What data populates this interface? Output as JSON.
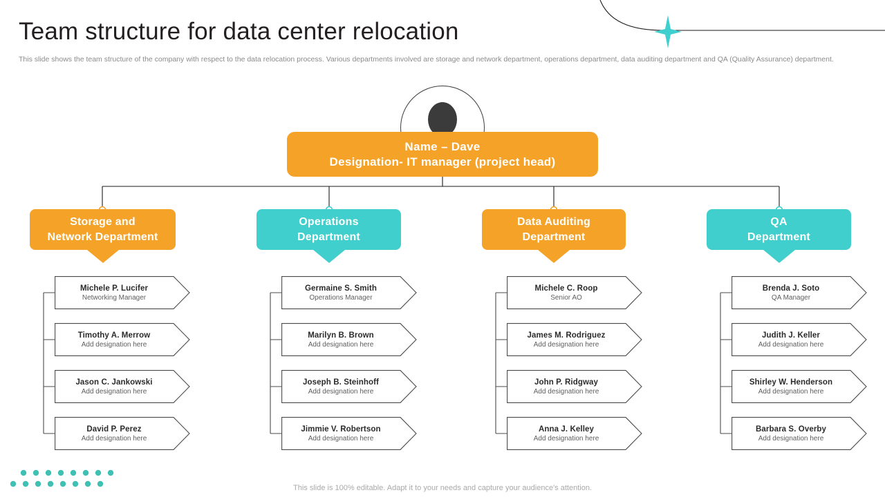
{
  "slide": {
    "title": "Team structure for data center relocation",
    "subtitle": "This slide shows the team structure of the company with respect to the data relocation process. Various departments involved are storage and network department, operations department, data auditing department and QA (Quality Assurance) department.",
    "footer": "This slide is 100% editable. Adapt it to your needs and capture your audience's attention."
  },
  "colors": {
    "orange": "#F4A228",
    "teal": "#40CFCC",
    "title_text": "#231f20",
    "subtitle_text": "#8b8b8b",
    "card_border": "#4a4a4a",
    "name_text": "#2b2b2b",
    "role_text": "#5e5e5e",
    "footer_text": "#a9a9a9"
  },
  "head": {
    "avatar_icon": "person-avatar-icon",
    "line1": "Name – Dave",
    "line2": "Designation- IT manager (project head)"
  },
  "departments": [
    {
      "name_line1": "Storage and",
      "name_line2": "Network Department",
      "color": "orange",
      "members": [
        {
          "name": "Michele P. Lucifer",
          "role": "Networking Manager"
        },
        {
          "name": "Timothy A. Merrow",
          "role": "Add designation here"
        },
        {
          "name": "Jason C. Jankowski",
          "role": "Add designation here"
        },
        {
          "name": "David P. Perez",
          "role": "Add designation here"
        }
      ]
    },
    {
      "name_line1": "Operations",
      "name_line2": "Department",
      "color": "teal",
      "members": [
        {
          "name": "Germaine S. Smith",
          "role": "Operations Manager"
        },
        {
          "name": "Marilyn B. Brown",
          "role": "Add designation here"
        },
        {
          "name": "Joseph B. Steinhoff",
          "role": "Add designation here"
        },
        {
          "name": "Jimmie V. Robertson",
          "role": "Add designation here"
        }
      ]
    },
    {
      "name_line1": "Data Auditing",
      "name_line2": "Department",
      "color": "orange",
      "members": [
        {
          "name": "Michele C. Roop",
          "role": "Senior AO"
        },
        {
          "name": "James M. Rodriguez",
          "role": "Add designation here"
        },
        {
          "name": "John P. Ridgway",
          "role": "Add designation here"
        },
        {
          "name": "Anna J. Kelley",
          "role": "Add designation here"
        }
      ]
    },
    {
      "name_line1": "QA",
      "name_line2": "Department",
      "color": "teal",
      "members": [
        {
          "name": "Brenda J. Soto",
          "role": "QA Manager"
        },
        {
          "name": "Judith J. Keller",
          "role": "Add designation here"
        },
        {
          "name": "Shirley W. Henderson",
          "role": "Add designation here"
        },
        {
          "name": "Barbara S. Overby",
          "role": "Add designation here"
        }
      ]
    }
  ],
  "decorations": {
    "swoosh_icon": "curved-line-icon",
    "star_icon": "four-point-star-icon",
    "dots_icon": "dot-grid-icon",
    "dots_row1_count": 8,
    "dots_row2_count": 8
  }
}
